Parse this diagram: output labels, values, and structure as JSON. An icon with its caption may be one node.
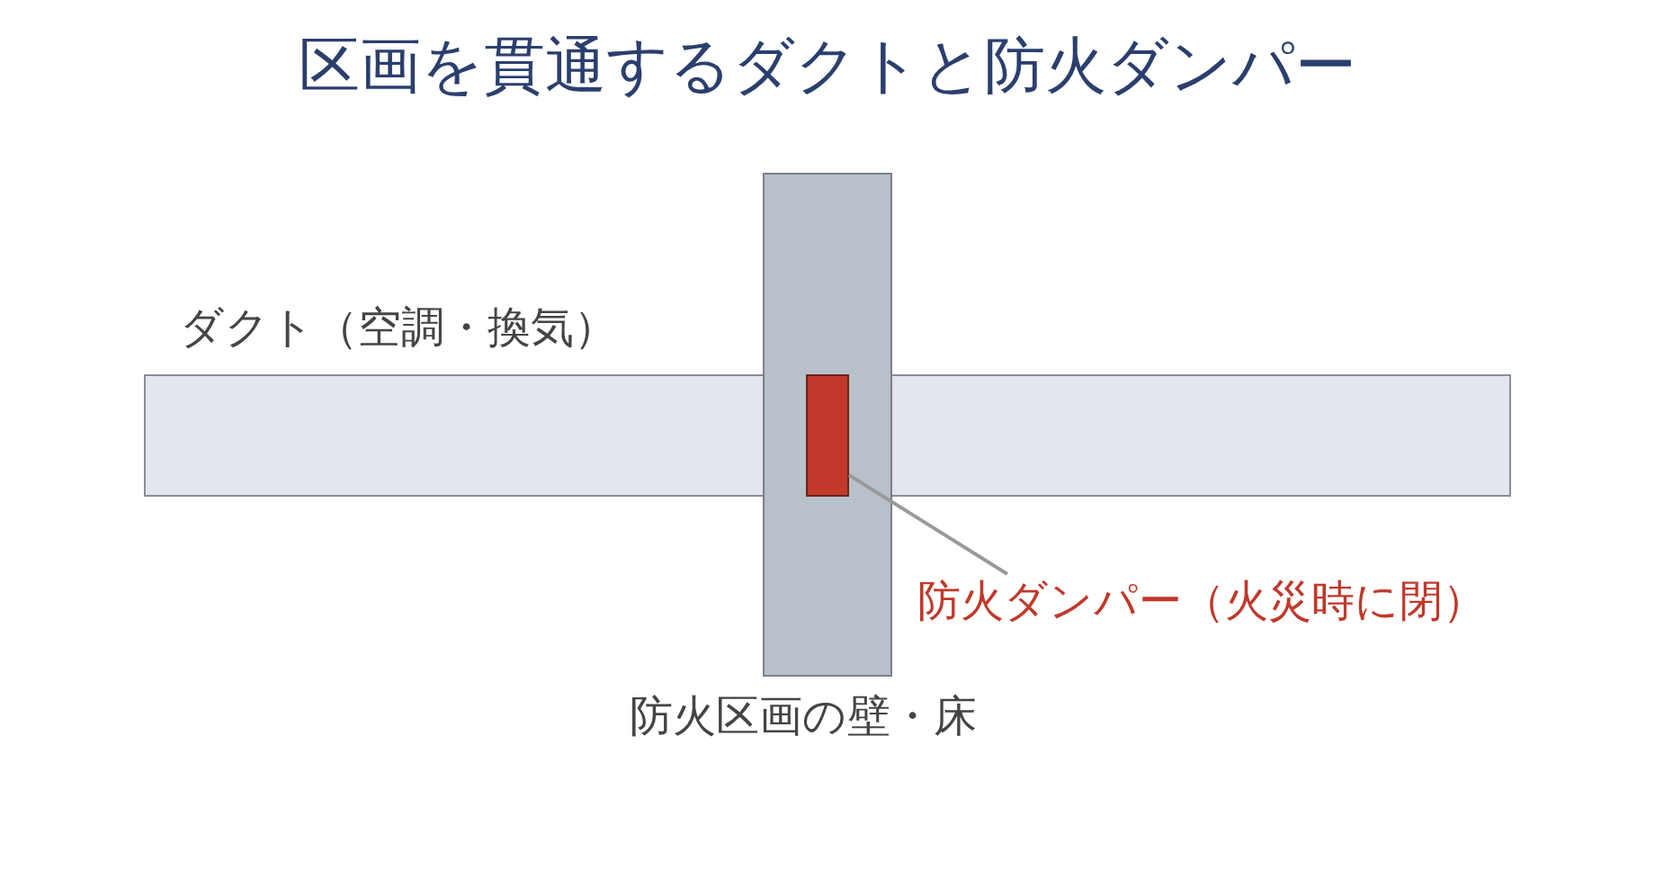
{
  "diagram": {
    "title": "区画を貫通するダクトと防火ダンパー",
    "nodes": [
      {
        "text": [
          "ダクト（空調・換気）"
        ]
      },
      {
        "text": [
          "防火区画の壁・床"
        ]
      },
      {
        "text": [],
        "shape": "box"
      },
      {
        "text": [
          "防火ダンパー（火災時に閉）"
        ]
      }
    ],
    "edges": [
      {
        "from": 3,
        "to": 2,
        "arrow": "none"
      }
    ]
  }
}
